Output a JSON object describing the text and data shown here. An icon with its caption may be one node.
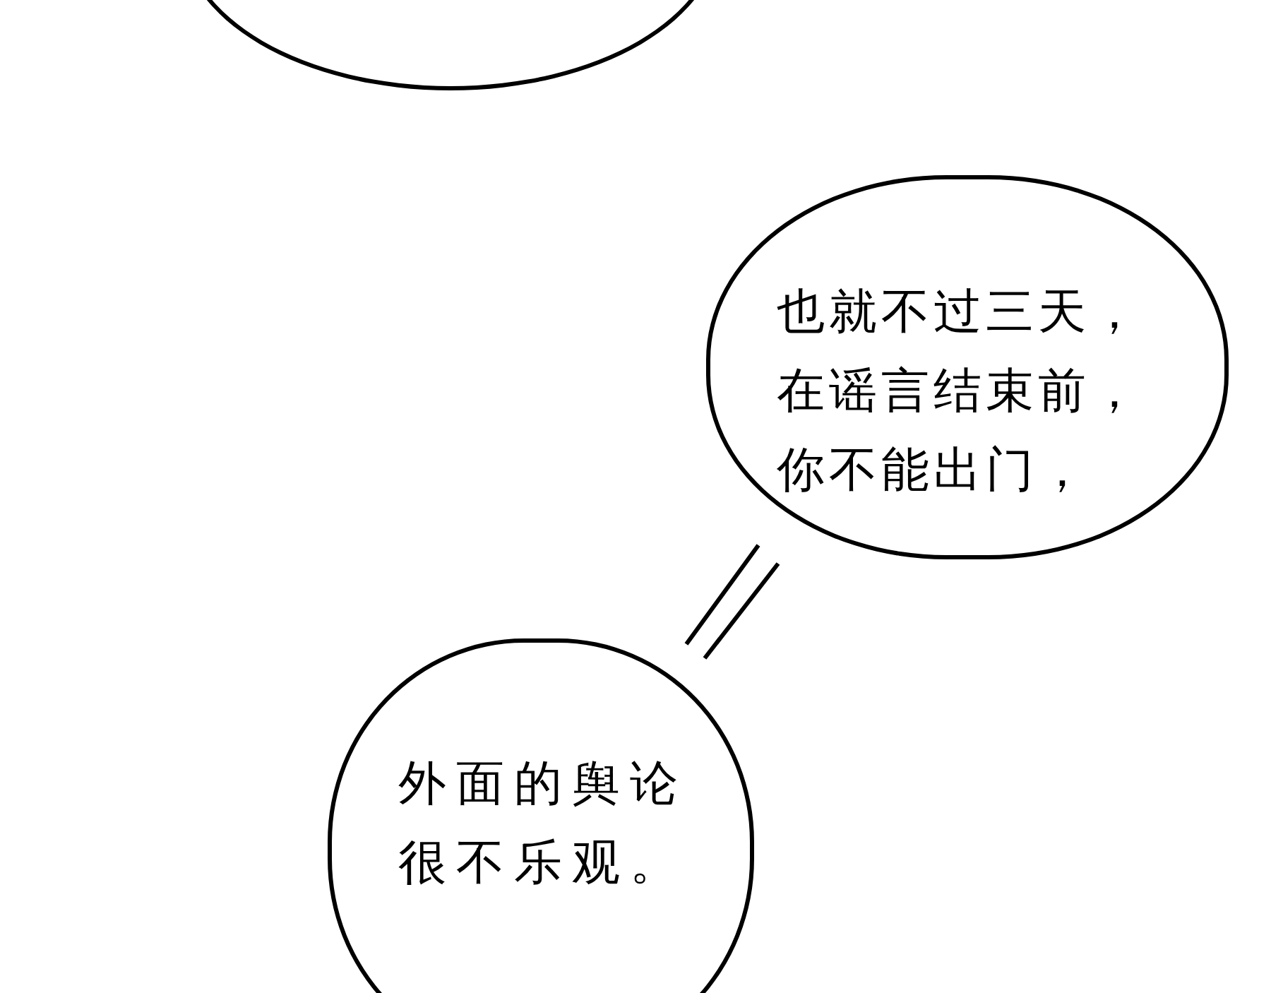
{
  "diagram": {
    "nodes": [
      {
        "text": [],
        "shape": "circle"
      },
      {
        "text": [
          "也就不过三天，在谣言结束前，你不能出门，"
        ]
      },
      {
        "text": [
          "外面的舆论很不乐观。"
        ]
      }
    ],
    "edges": [
      {
        "from": 1,
        "to": 2,
        "arrow": "none"
      }
    ]
  }
}
